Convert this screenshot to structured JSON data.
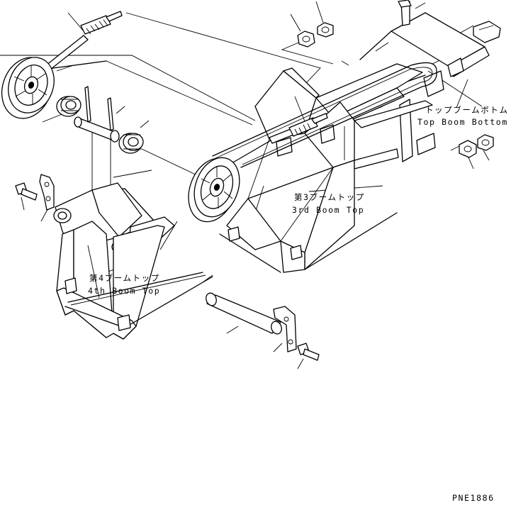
{
  "labels": {
    "top_boom_bottom_jp": "トップブームボトム",
    "top_boom_bottom_en": "Top Boom Bottom",
    "third_boom_top_jp": "第3ブームトップ",
    "third_boom_top_en": "3rd Boom Top",
    "fourth_boom_top_jp": "第4ブームトップ",
    "fourth_boom_top_en": "4th Boom Top",
    "drawing_code": "PNE1886"
  }
}
